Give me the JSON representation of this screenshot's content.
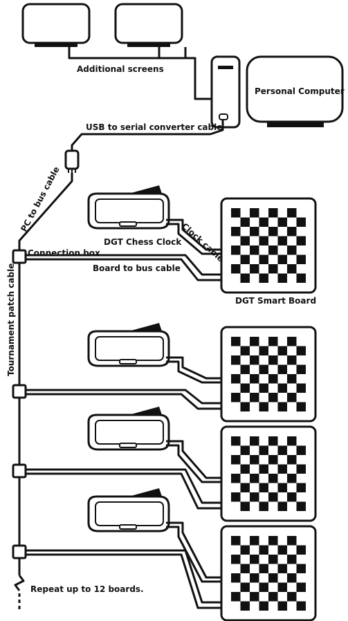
{
  "labels": {
    "additional_screens": "Additional screens",
    "personal_computer": "Personal Computer",
    "usb_cable": "USB to serial converter cable",
    "pc_bus_cable": "PC to bus cable",
    "chess_clock": "DGT Chess Clock",
    "clock_cable": "Clock cable",
    "connection_box": "Connection box",
    "board_bus_cable": "Board to bus cable",
    "smart_board": "DGT Smart Board",
    "patch_cable": "Tournament patch cable",
    "repeat": "Repeat up to 12 boards."
  },
  "colors": {
    "line": "#111111",
    "background": "#ffffff"
  },
  "stations": [
    {
      "name": "station-1"
    },
    {
      "name": "station-2"
    },
    {
      "name": "station-3"
    },
    {
      "name": "station-4"
    }
  ]
}
